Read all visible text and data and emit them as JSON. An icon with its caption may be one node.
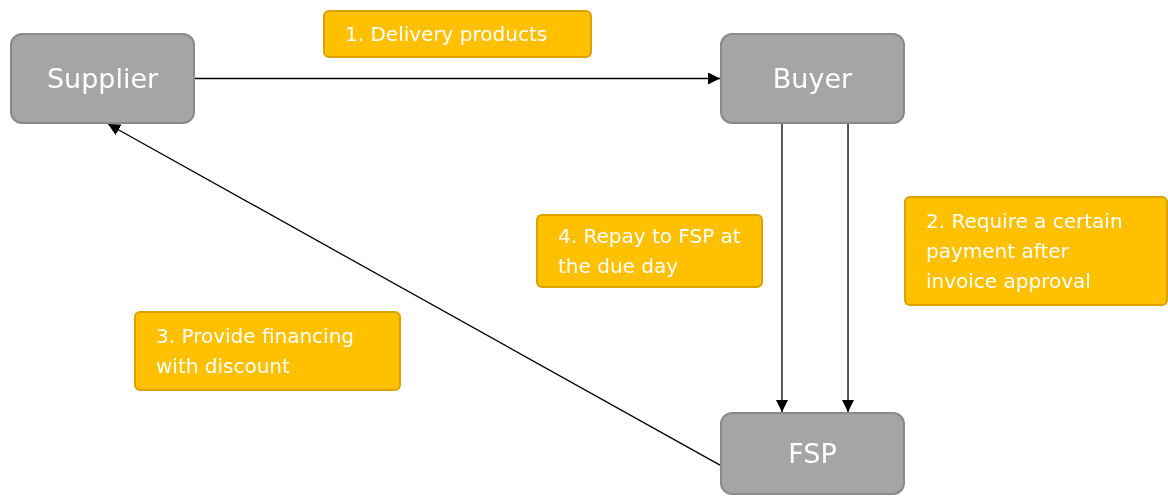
{
  "diagram": {
    "nodes": [
      {
        "text": [
          "Supplier"
        ]
      },
      {
        "text": [
          "Buyer"
        ]
      },
      {
        "text": [
          "FSP"
        ]
      }
    ],
    "edges": [
      {
        "from": 0,
        "to": 1,
        "arrow": "to",
        "label": "1. Delivery products"
      },
      {
        "from": 1,
        "to": 2,
        "arrow": "to",
        "label": "2. Require a certain payment after invoice approval"
      },
      {
        "from": 2,
        "to": 0,
        "arrow": "to",
        "label": "3. Provide financing with discount"
      },
      {
        "from": 1,
        "to": 2,
        "arrow": "to",
        "label": "4. Repay to FSP at the due day"
      }
    ]
  }
}
